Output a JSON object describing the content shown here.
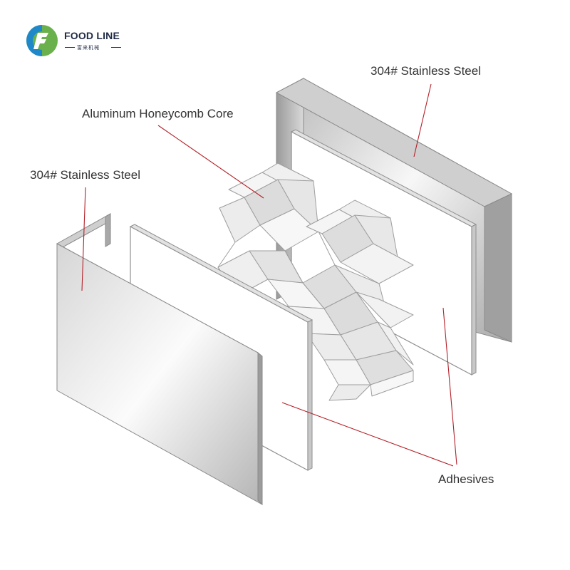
{
  "logo": {
    "name": "FOOD LINE",
    "subtitle": "富来机械",
    "colors": {
      "green": "#6ab04c",
      "blue": "#1e88c8",
      "text": "#1f2a44"
    }
  },
  "labels": {
    "steel_back": "304# Stainless Steel",
    "core": "Aluminum Honeycomb Core",
    "steel_front": "304# Stainless Steel",
    "adhesives": "Adhesives"
  },
  "colors": {
    "leader_line": "#b32028",
    "panel_edge": "#8a8a8a",
    "text": "#333333"
  }
}
